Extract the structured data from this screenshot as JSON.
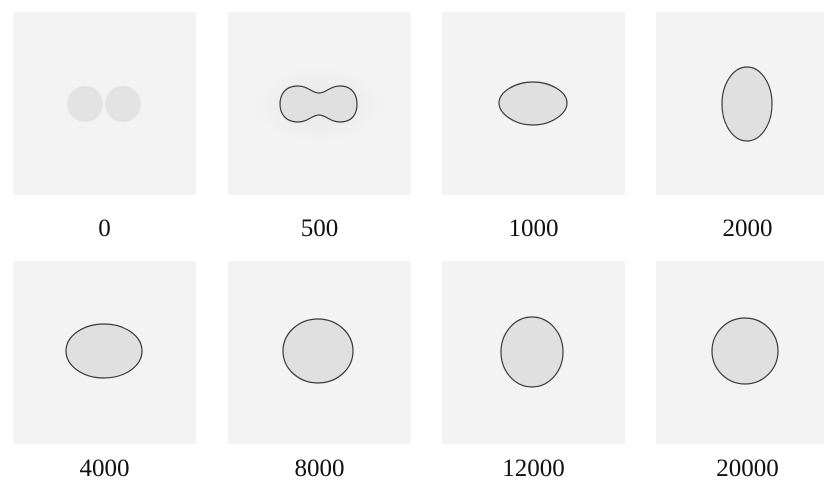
{
  "panels": [
    {
      "label": "0",
      "shape": "two-separate-circles"
    },
    {
      "label": "500",
      "shape": "dumbbell-neck"
    },
    {
      "label": "1000",
      "shape": "lemon-ellipse"
    },
    {
      "label": "2000",
      "shape": "vertical-ellipse"
    },
    {
      "label": "4000",
      "shape": "horizontal-ellipse"
    },
    {
      "label": "8000",
      "shape": "near-circle"
    },
    {
      "label": "12000",
      "shape": "near-circle"
    },
    {
      "label": "20000",
      "shape": "circle"
    }
  ],
  "colors": {
    "panel_background": "#f3f3f3",
    "shape_fill": "#e2e2e2",
    "outline": "#3a3a3a"
  }
}
